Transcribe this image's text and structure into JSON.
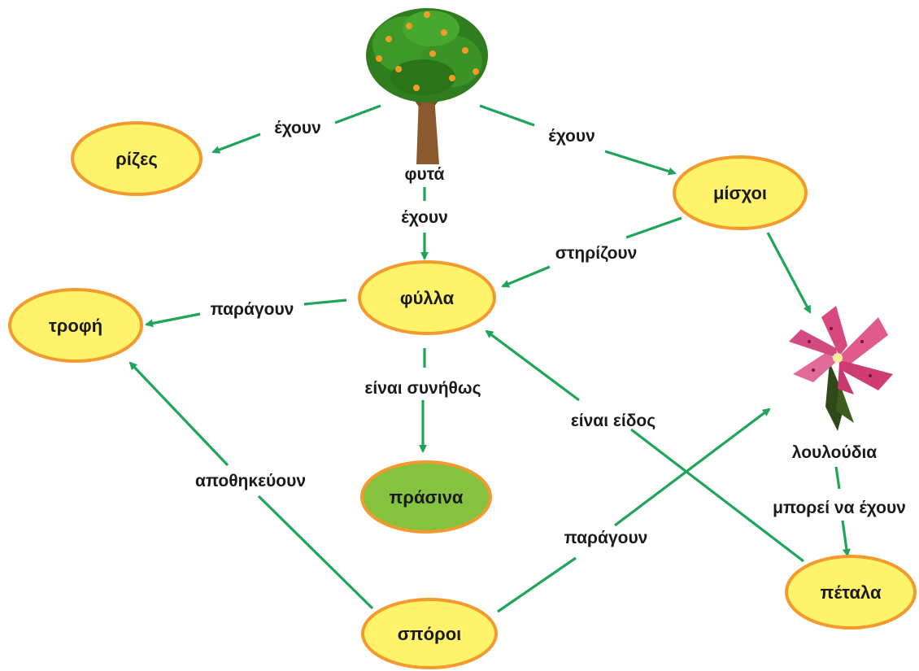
{
  "colors": {
    "node_fill": "#fff36b",
    "node_fill_highlight": "#84c23f",
    "node_border": "#f39a2e",
    "arrow": "#1fa55a"
  },
  "nodes": {
    "plants": "φυτά",
    "roots": "ρίζες",
    "stems": "μίσχοι",
    "leaves": "φύλλα",
    "food": "τροφή",
    "green": "πράσινα",
    "flowers": "λουλούδια",
    "petals": "πέταλα",
    "seeds": "σπόροι"
  },
  "edges": {
    "plants_roots": "έχουν",
    "plants_stems": "έχουν",
    "plants_leaves": "έχουν",
    "stems_leaves": "στηρίζουν",
    "leaves_food": "παράγουν",
    "leaves_green": "είναι συνήθως",
    "petals_leaves": "είναι είδος",
    "seeds_food": "αποθηκεύουν",
    "seeds_flowers": "παράγουν",
    "flowers_petals": "μπορεί να έχουν"
  },
  "images": {
    "plants": "tree-icon",
    "flowers": "lily-flower-icon"
  }
}
